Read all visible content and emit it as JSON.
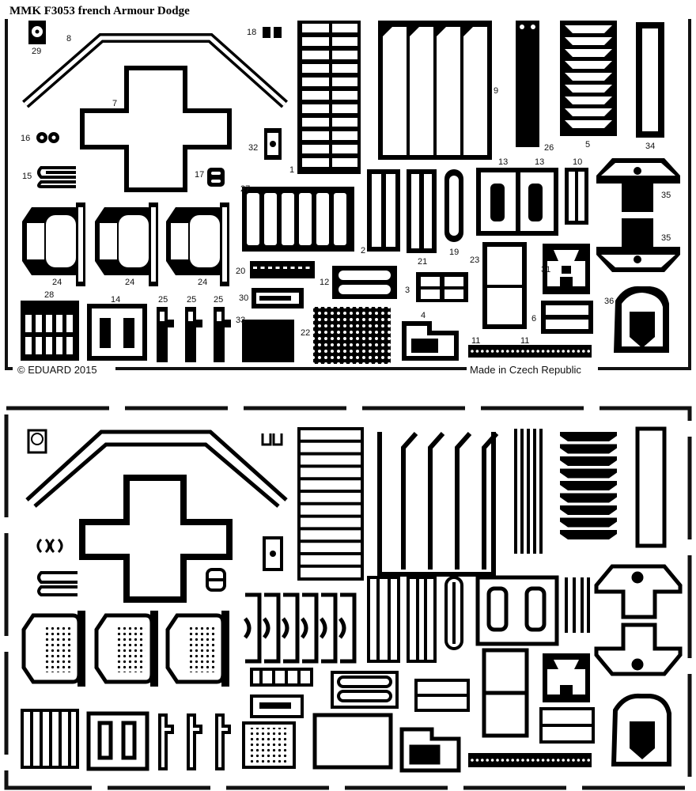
{
  "sheet_title": "MMK F3053  french Armour Dodge",
  "copyright": "© EDUARD 2015",
  "made_in": "Made in Czech Republic",
  "part_numbers": [
    "29",
    "8",
    "18",
    "7",
    "16",
    "15",
    "32",
    "1",
    "9",
    "26",
    "5",
    "34",
    "17",
    "27",
    "13",
    "13",
    "10",
    "35",
    "35",
    "24",
    "24",
    "24",
    "2",
    "21",
    "19",
    "23",
    "31",
    "20",
    "12",
    "3",
    "28",
    "14",
    "25",
    "25",
    "25",
    "30",
    "33",
    "22",
    "4",
    "6",
    "11",
    "11",
    "36"
  ],
  "colors": {
    "metal": "#000000",
    "background": "#ffffff",
    "frame": "#111111"
  }
}
